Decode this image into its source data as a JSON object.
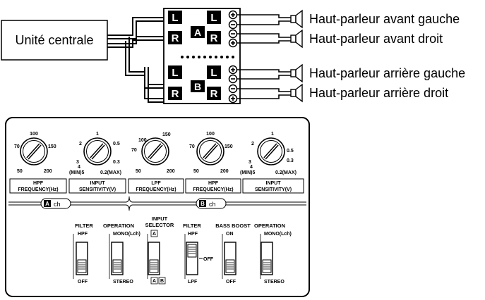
{
  "wiring": {
    "head_unit": "Unité centrale",
    "amp": {
      "channel_a": "A",
      "channel_b": "B",
      "left": "L",
      "right": "R"
    },
    "speakers": [
      "Haut-parleur avant gauche",
      "Haut-parleur avant droit",
      "Haut-parleur arrière gauche",
      "Haut-parleur arrière droit"
    ]
  },
  "panel": {
    "knobs": [
      {
        "ticks": [
          "100",
          "70",
          "150",
          "50",
          "200"
        ],
        "label_line1": "HPF",
        "label_line2": "FREQUENCY(Hz)"
      },
      {
        "ticks": [
          "1",
          "2",
          "0.5",
          "3",
          "0.3",
          "4",
          "(MIN)5",
          "0.2(MAX)"
        ],
        "label_line1": "INPUT",
        "label_line2": "SENSITIVITY(V)"
      },
      {
        "ticks": [
          "100",
          "150",
          "70",
          "50",
          "200"
        ],
        "label_line1": "LPF",
        "label_line2": "FREQUENCY(Hz)"
      },
      {
        "ticks": [
          "100",
          "70",
          "150",
          "50",
          "200"
        ],
        "label_line1": "HPF",
        "label_line2": "FREQUENCY(Hz)"
      },
      {
        "ticks": [
          "1",
          "2",
          "0.5",
          "3",
          "0.3",
          "4",
          "(MIN)5",
          "0.2(MAX)"
        ],
        "label_line1": "INPUT",
        "label_line2": "SENSITIVITY(V)"
      }
    ],
    "ch_a": {
      "letter": "A",
      "suffix": "ch"
    },
    "ch_b": {
      "letter": "B",
      "suffix": "ch"
    },
    "switches": [
      {
        "title": "FILTER",
        "top": "HPF",
        "bottom": "OFF",
        "position": "bottom"
      },
      {
        "title": "OPERATION",
        "top": "MONO(Lch)",
        "bottom": "STEREO",
        "position": "bottom"
      },
      {
        "title_line1": "INPUT",
        "title_line2": "SELECTOR",
        "top": "A",
        "bottom_a": "A",
        "bottom_b": "B",
        "position": "bottom"
      },
      {
        "title": "FILTER",
        "top": "HPF",
        "middle": "OFF",
        "bottom": "LPF",
        "position": "top"
      },
      {
        "title": "BASS BOOST",
        "top": "ON",
        "bottom": "OFF",
        "position": "bottom"
      },
      {
        "title": "OPERATION",
        "top": "MONO(Lch)",
        "bottom": "STEREO",
        "position": "bottom"
      }
    ]
  }
}
